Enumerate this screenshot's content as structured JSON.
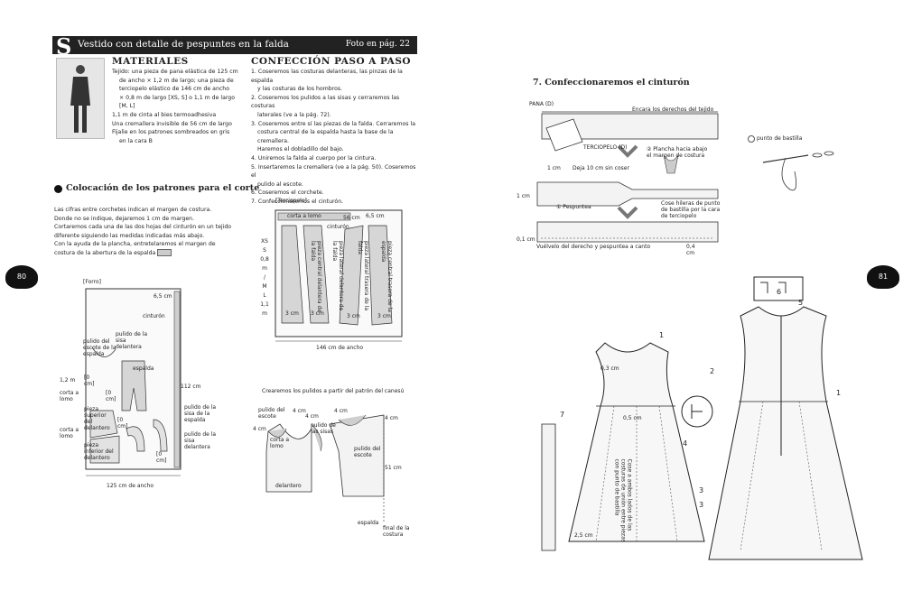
{
  "left_page": {
    "page_number": "80",
    "title_letter": "S",
    "title": "Vestido con detalle de pespuntes en la falda",
    "photo_ref": "Foto en pág. 22",
    "materials": {
      "heading": "MATERIALES",
      "lines": [
        "Tejido: una pieza de pana elástica de 125 cm",
        "de ancho × 1,2 m de largo; una pieza de",
        "terciopelo elástico de 146 cm de ancho",
        "× 0,8 m de largo [XS, S] o 1,1 m de largo",
        "[M, L]",
        "1,1 m de cinta al bies termoadhesiva",
        "Una cremallera invisible de 56 cm de largo",
        "Fijalie en los patrones sombreados en gris",
        "en la cara B"
      ]
    },
    "steps": {
      "heading": "CONFECCIÓN PASO A PASO",
      "lines": [
        "1. Coseremos las costuras delanteras, las pinzas de la espalda",
        "y las costuras de los hombros.",
        "2. Coseremos los pulidos a las sisas y cerraremos las costuras",
        "laterales (ve a la pág. 72).",
        "3. Coseremos entre sí las piezas de la falda. Cerraremos la",
        "costura central de la espalda hasta la base de la cremallera.",
        "Haremos el dobladillo del bajo.",
        "4. Uniremos la falda al cuerpo por la cintura.",
        "5. Insertaremos la cremallera (ve a la pág. 50). Coseremos el",
        "pulido al escote.",
        "6. Coseremos el corchete.",
        "7. Confeccionaremos el cinturón."
      ]
    },
    "cutting": {
      "heading": "Colocación de los patrones para el corte",
      "lines": [
        "Las cifras entre corchetes indican el margen de costura.",
        "Donde no se indique, dejaremos 1 cm de margen.",
        "Cortaremos cada una de las dos hojas del cinturón en un tejido",
        "diferente siguiendo las medidas indicadas más abajo.",
        "Con la ayuda de la plancha, entretelaremos el margen de",
        "costura de la abertura de la espalda"
      ]
    },
    "forro": {
      "label": "[Forro]",
      "dim_top": "6,5 cm",
      "cinturon": "cinturón",
      "pulido_escote": "pulido del escote de la espalda",
      "pulido_sisa_del": "pulido de la sisa delantera",
      "espalda": "espalda",
      "m0": "[0 cm]",
      "m1": "[0 cm]",
      "m2": "[0 cm]",
      "m3": "[0 cm]",
      "largo": "1,2 m",
      "corta1": "corta a lomo",
      "corta2": "corta a lomo",
      "pieza_sup": "pieza superior del delantero",
      "pieza_inf": "pieza inferior del delantero",
      "d112": "112 cm",
      "pulido_sisa_esp": "pulido de la sisa de la espalda",
      "pulido_sisa_del2": "pulido de la sisa delantera",
      "ancho": "125 cm de ancho"
    },
    "terciopelo": {
      "label": "[Terciopelo]",
      "corta": "corta a lomo",
      "d56": "56 cm",
      "cinturon": "cinturón",
      "d65": "6,5 cm",
      "sizes": [
        "XS",
        "S",
        "0,8 m",
        "/",
        "M",
        "L",
        "1,1 m"
      ],
      "p1": "pieza central delantera de la falda",
      "p2": "pieza lateral delantera de la falda",
      "p3": "pieza lateral trasera de la falda",
      "p4": "pieza central trasera de la espalda",
      "c3a": "3 cm",
      "c3b": "3 cm",
      "c3c": "3 cm",
      "c3d": "3 cm",
      "ancho": "146 cm de ancho"
    },
    "pulidos": {
      "heading": "Crearemos los pulidos a partir del patrón del canesú",
      "pulido_escote1": "pulido del escote",
      "cm4a": "4 cm",
      "cm4b": "4 cm",
      "cm4c": "4 cm",
      "cm4d": "4 cm",
      "cm4e": "4 cm",
      "pulido_sisas": "pulido de las sisas",
      "corta": "corta a lomo",
      "pulido_escote2": "pulido del escote",
      "delantero": "delantero",
      "d51": "51 cm",
      "espalda": "espalda",
      "final": "final de la costura"
    }
  },
  "right_page": {
    "page_number": "81",
    "step7": "7. Confeccionaremos el cinturón",
    "pana": "PANA (D)",
    "encara": "Encara los derechos del tejido",
    "terciopelo": "TERCIOPELO (D)",
    "plancha": "② Plancha hacia abajo el margen de costura",
    "cm1a": "1 cm",
    "deja": "Deja 10 cm sin coser",
    "cm1b": "1 cm",
    "pespuntea": "① Pespuntea",
    "cose": "Cose hileras de punto de bastilla por la cara de terciopelo",
    "cm01": "0,1 cm",
    "vuelvelo": "Vuélvelo del derecho y pespuntea a canto",
    "cm04": "0,4 cm",
    "bastilla": "punto de bastilla",
    "n1a": "1",
    "n1b": "1",
    "n2": "2",
    "n3a": "3",
    "n3b": "3",
    "n4": "4",
    "n5": "5",
    "n6": "6",
    "n7": "7",
    "cm03": "0,3 cm",
    "cm05": "0,5 cm",
    "cm25": "2,5 cm",
    "vertical_note": "Cose a ambos lados de las costuras de unión entre piezas con punto de bastilla"
  }
}
